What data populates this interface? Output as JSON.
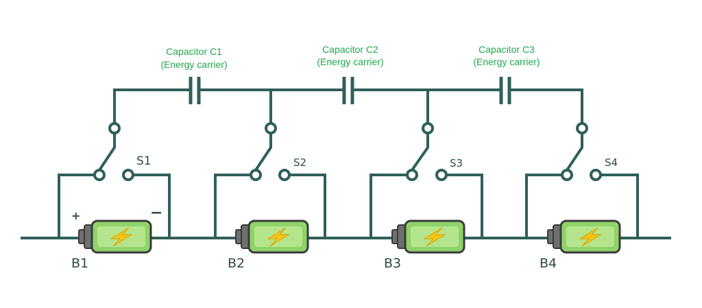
{
  "diagram": {
    "capacitors": [
      {
        "name": "Capacitor C1",
        "note": "(Energy carrier)"
      },
      {
        "name": "Capacitor C2",
        "note": "(Energy carrier)"
      },
      {
        "name": "Capacitor C3",
        "note": "(Energy carrier)"
      }
    ],
    "switches": [
      "S1",
      "S2",
      "S3",
      "S4"
    ],
    "batteries": [
      "B1",
      "B2",
      "B3",
      "B4"
    ],
    "polarity": {
      "plus": "+",
      "minus": "−"
    },
    "colors": {
      "wire": "#2f5f5b",
      "label": "#1fa84a",
      "battery_body": "#8fd36a",
      "battery_outline": "#3a3a3a",
      "terminal": "#6f6f6f",
      "bolt": "#f5c518",
      "text": "#2e4a48"
    }
  }
}
